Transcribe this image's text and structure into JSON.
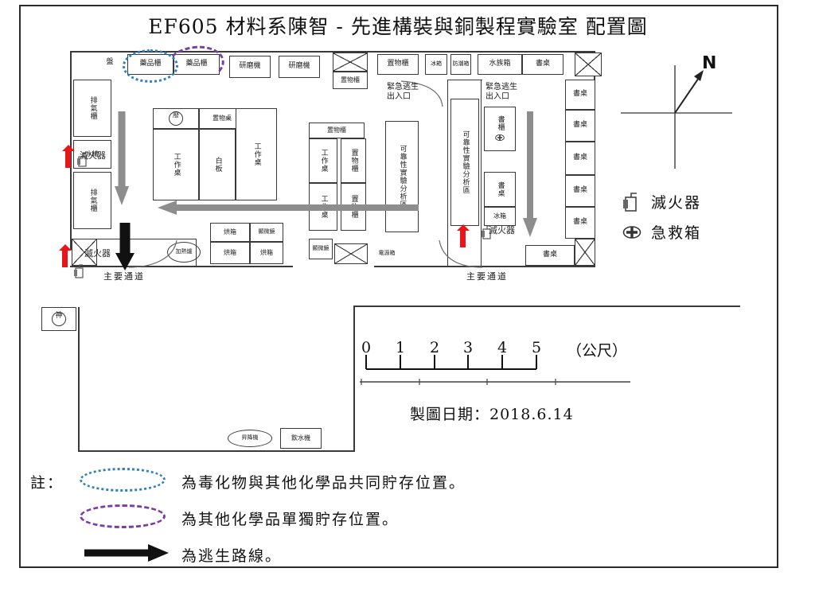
{
  "title": "EF605 材料系陳智 - 先進構裝與銅製程實驗室 配置圖",
  "plan": {
    "top_row": [
      {
        "label": "盤"
      },
      {
        "label": "藥品櫃"
      },
      {
        "label": "藥品櫃"
      },
      {
        "label": "研磨機"
      },
      {
        "label": "研磨機"
      },
      {
        "label": "置物櫃"
      },
      {
        "label": "置物櫃"
      },
      {
        "label": "冰箱"
      },
      {
        "label": "防潮箱"
      },
      {
        "label": "水族箱"
      },
      {
        "label": "書桌"
      }
    ],
    "left_column": [
      {
        "label": "排氣櫃"
      },
      {
        "label": "水槽"
      },
      {
        "label": "排氣櫃"
      }
    ],
    "work_island": [
      {
        "label": "廢"
      },
      {
        "label": "置物桌"
      },
      {
        "label": "工作桌"
      },
      {
        "label": "白板"
      },
      {
        "label": "工作桌"
      }
    ],
    "center_block": [
      {
        "label": "置物櫃"
      },
      {
        "label": "工作桌"
      },
      {
        "label": "工作桌"
      },
      {
        "label": "置物櫃"
      },
      {
        "label": "置物櫃"
      },
      {
        "label": "顯微鏡"
      }
    ],
    "zones": [
      {
        "label": "可靠性實驗分析區"
      },
      {
        "label": "可靠性實驗分析區"
      }
    ],
    "oven_cluster": [
      {
        "label": "烘箱"
      },
      {
        "label": "顯微鏡"
      },
      {
        "label": "烘箱"
      },
      {
        "label": "烘箱"
      },
      {
        "label": "顯微鏡"
      }
    ],
    "right_inner": [
      {
        "label": "書櫃"
      },
      {
        "label": "書桌"
      },
      {
        "label": "冰箱"
      },
      {
        "label": "書桌"
      }
    ],
    "right_desks": [
      {
        "label": "書桌"
      },
      {
        "label": "書桌"
      },
      {
        "label": "書桌"
      },
      {
        "label": "書桌"
      },
      {
        "label": "書桌"
      }
    ],
    "misc": [
      {
        "label": "加熱爐"
      },
      {
        "label": "電源箱"
      },
      {
        "label": "神"
      },
      {
        "label": "昇降機"
      },
      {
        "label": "飲水機"
      }
    ],
    "exits": [
      {
        "label": "緊急逃生\n出入口"
      },
      {
        "label": "緊急逃生\n出入口"
      }
    ],
    "corridors": [
      {
        "label": "主要通道"
      },
      {
        "label": "主要通道"
      }
    ],
    "extinguisher_labels": [
      "滅火器",
      "滅火器",
      "滅火器"
    ]
  },
  "legend": {
    "north": "N",
    "items": [
      {
        "icon": "fire-extinguisher-icon",
        "label": "滅火器"
      },
      {
        "icon": "first-aid-kit-icon",
        "label": "急救箱"
      }
    ]
  },
  "scale": {
    "ticks": [
      "0",
      "1",
      "2",
      "3",
      "4",
      "5"
    ],
    "unit": "（公尺）"
  },
  "date_line": "製圖日期：2018.6.14",
  "notes": {
    "label": "註：",
    "rows": [
      {
        "symbol": "dotted-blue-ellipse",
        "text": "為毒化物與其他化學品共同貯存位置。"
      },
      {
        "symbol": "dashdot-purple-ellipse",
        "text": "為其他化學品單獨貯存位置。"
      },
      {
        "symbol": "black-arrow",
        "text": "為逃生路線。"
      }
    ]
  },
  "colors": {
    "dotted_marker": "#2f7fc1",
    "dashdot_marker": "#7a3fa6",
    "extinguisher_marker": "#e8161a",
    "escape_arrow": "#8d8d8d",
    "ink": "#1a1a1a"
  }
}
